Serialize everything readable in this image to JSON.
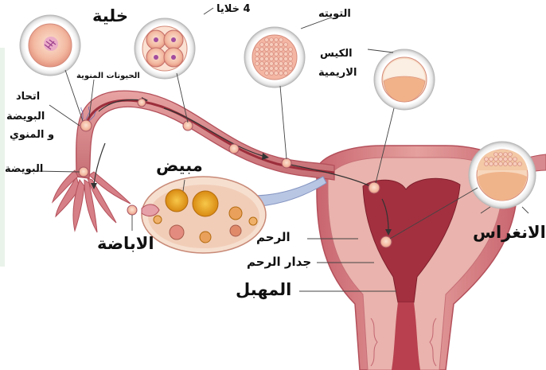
{
  "labels": {
    "cell": "خلية",
    "four_cells": "4 خلايا",
    "morula": "التويته",
    "blastocyst_line1": "الكيس",
    "blastocyst_line2": "الاريمية",
    "sperm": "الحيونات المنوية",
    "fertilization_line1": "اتحاد",
    "fertilization_line2": "البويضة",
    "fertilization_line3": "و المنوي",
    "egg": "البويضة",
    "ovary": "مبيض",
    "ovulation": "الاباضة",
    "uterus": "الرحم",
    "uterine_wall": "جدار الرحم",
    "vagina": "المهبل",
    "implantation": "الانغراس"
  },
  "colors": {
    "tissue": "#d9868a",
    "tissue_dark": "#b24e58",
    "tissue_light": "#f2c2bd",
    "cavity": "#a3303f",
    "egg": "#f6c4a6",
    "follicle": "#e8a21f",
    "callout_ring": "#d8d8d8",
    "leader": "#333333"
  }
}
